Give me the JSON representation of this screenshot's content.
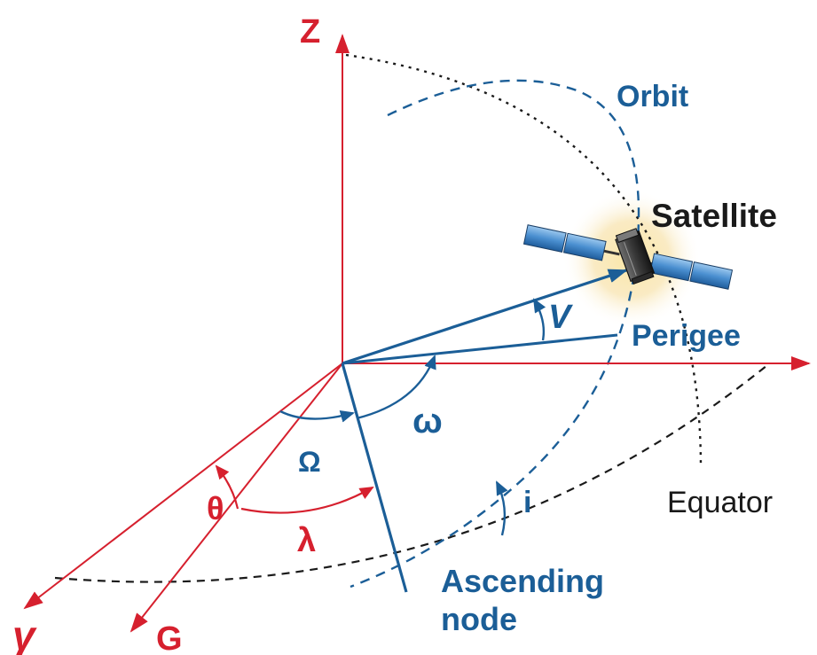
{
  "labels": {
    "z_axis": "Z",
    "gamma": "γ",
    "g": "G",
    "orbit": "Orbit",
    "satellite": "Satellite",
    "perigee": "Perigee",
    "equator": "Equator",
    "ascending_node_line1": "Ascending",
    "ascending_node_line2": "node",
    "nu": "V",
    "omega_small": "ω",
    "omega_capital": "Ω",
    "theta": "θ",
    "lambda": "λ",
    "inclination": "i"
  },
  "colors": {
    "red": "#d6202e",
    "blue": "#1b5e97",
    "dark": "#1a1a1a",
    "glow": "#f3d98a",
    "panel": "#4a8fd0"
  }
}
